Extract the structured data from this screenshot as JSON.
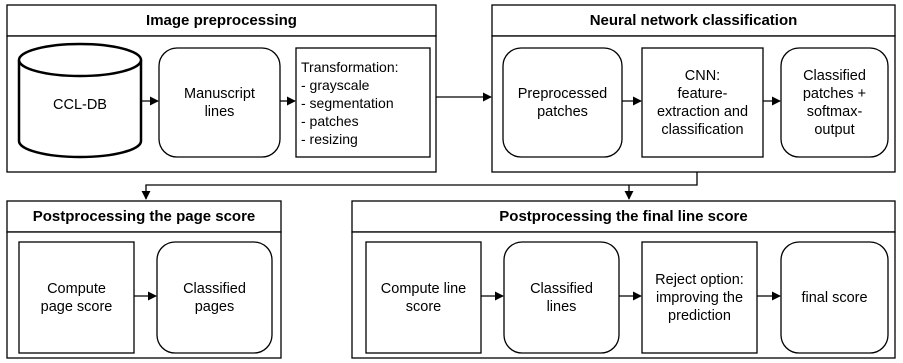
{
  "groups": {
    "image_preprocessing": {
      "title": "Image preprocessing",
      "db": "CCL-DB",
      "lines": "Manuscript\nlines",
      "transformation": "Transformation:\n- grayscale\n- segmentation\n- patches\n- resizing"
    },
    "nn_classification": {
      "title": "Neural network classification",
      "patches": "Preprocessed\npatches",
      "cnn": "CNN:\nfeature-\nextraction and\nclassification",
      "classified": "Classified\npatches +\nsoftmax-\noutput"
    },
    "page_score": {
      "title": "Postprocessing the page score",
      "compute": "Compute\npage score",
      "classified": "Classified\npages"
    },
    "line_score": {
      "title": "Postprocessing the final line score",
      "compute": "Compute line\nscore",
      "classified": "Classified\nlines",
      "reject": "Reject option:\nimproving the\nprediction",
      "final": "final score"
    }
  }
}
